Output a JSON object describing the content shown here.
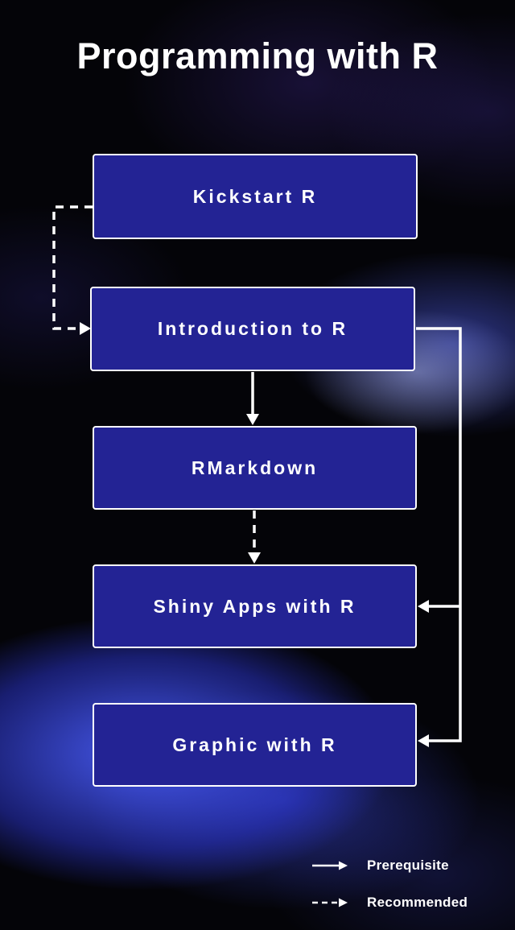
{
  "title": "Programming with R",
  "nodes": [
    {
      "label": "Kickstart R"
    },
    {
      "label": "Introduction to R"
    },
    {
      "label": "RMarkdown"
    },
    {
      "label": "Shiny Apps with R"
    },
    {
      "label": "Graphic with R"
    }
  ],
  "edges": [
    {
      "from": "Kickstart R",
      "to": "Introduction to R",
      "type": "recommended",
      "style": "dashed"
    },
    {
      "from": "Introduction to R",
      "to": "RMarkdown",
      "type": "prerequisite",
      "style": "solid"
    },
    {
      "from": "RMarkdown",
      "to": "Shiny Apps with R",
      "type": "recommended",
      "style": "dashed"
    },
    {
      "from": "Introduction to R",
      "to": "Shiny Apps with R",
      "type": "prerequisite",
      "style": "solid"
    },
    {
      "from": "Introduction to R",
      "to": "Graphic with R",
      "type": "prerequisite",
      "style": "solid"
    }
  ],
  "legend": [
    {
      "label": "Prerequisite",
      "style": "solid"
    },
    {
      "label": "Recommended",
      "style": "dashed"
    }
  ],
  "colors": {
    "background": "#040408",
    "node_fill": "#232394",
    "node_border": "#ffffff",
    "arrow": "#ffffff",
    "text": "#ffffff",
    "nebula_blue": "#4b5fff"
  }
}
